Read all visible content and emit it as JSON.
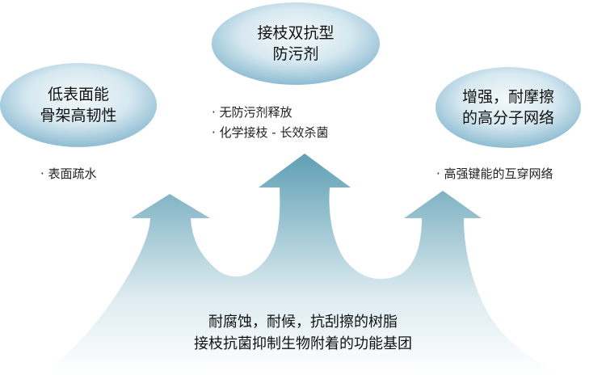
{
  "nodes": {
    "left": {
      "line1": "低表面能",
      "line2": "骨架高韧性",
      "bullets": [
        "· 表面疏水"
      ]
    },
    "top": {
      "line1": "接枝双抗型",
      "line2": "防污剂",
      "bullets": [
        "· 无防污剂释放",
        "· 化学接枝 - 长效杀菌"
      ]
    },
    "right": {
      "line1": "增强，耐摩擦",
      "line2": "的高分子网络",
      "bullets": [
        "· 高强键能的互穿网络"
      ]
    }
  },
  "base": {
    "line1": "耐腐蚀，耐候，抗刮擦的树脂",
    "line2": "接枝抗菌抑制生物附着的功能基团"
  },
  "colors": {
    "ellipse_light": "#e8f2f7",
    "ellipse_dark": "#7fb0c8",
    "arrow_light": "#eef6f8",
    "arrow_dark": "#6aa7bb"
  }
}
